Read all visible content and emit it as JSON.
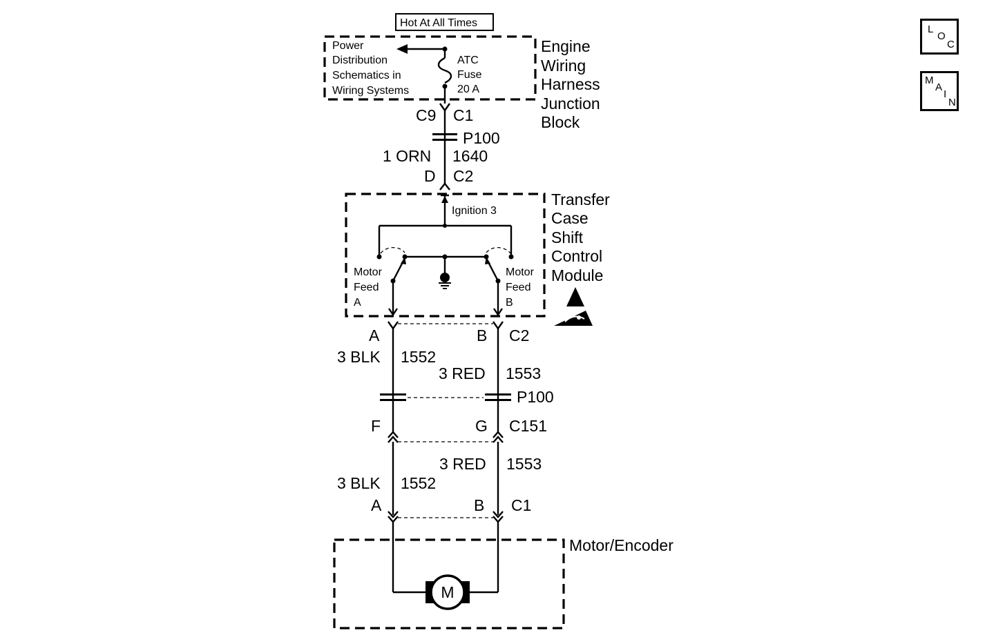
{
  "header": {
    "hot_label": "Hot At All Times"
  },
  "nav": {
    "loc": [
      "L",
      "O",
      "C"
    ],
    "main": [
      "M",
      "A",
      "I",
      "N"
    ]
  },
  "junction_block": {
    "name": [
      "Engine",
      "Wiring",
      "Harness",
      "Junction",
      "Block"
    ],
    "power_ref": [
      "Power",
      "Distribution",
      "Schematics in",
      "Wiring Systems"
    ],
    "fuse": [
      "ATC",
      "Fuse",
      "20 A"
    ],
    "conn_left": "C9",
    "conn_right": "C1"
  },
  "splice_top": "P100",
  "wire_top": {
    "gauge_color": "1 ORN",
    "circuit": "1640"
  },
  "tccm_conn": {
    "pin": "D",
    "conn": "C2"
  },
  "tccm": {
    "name": [
      "Transfer",
      "Case",
      "Shift",
      "Control",
      "Module"
    ],
    "ignition": "Ignition 3",
    "motor_a": [
      "Motor",
      "Feed",
      "A"
    ],
    "motor_b": [
      "Motor",
      "Feed",
      "B"
    ],
    "esd_icon": "esd-warning-icon"
  },
  "conn_c2": {
    "pin_a": "A",
    "pin_b": "B",
    "conn": "C2"
  },
  "wire_a_upper": {
    "gauge_color": "3 BLK",
    "circuit": "1552"
  },
  "wire_b_upper": {
    "gauge_color": "3 RED",
    "circuit": "1553"
  },
  "splice_mid": "P100",
  "conn_c151": {
    "pin_a": "F",
    "pin_b": "G",
    "conn": "C151"
  },
  "wire_b_lower": {
    "gauge_color": "3 RED",
    "circuit": "1553"
  },
  "wire_a_lower": {
    "gauge_color": "3 BLK",
    "circuit": "1552"
  },
  "conn_c1": {
    "pin_a": "A",
    "pin_b": "B",
    "conn": "C1"
  },
  "motor": {
    "name": "Motor/Encoder",
    "symbol": "M"
  }
}
